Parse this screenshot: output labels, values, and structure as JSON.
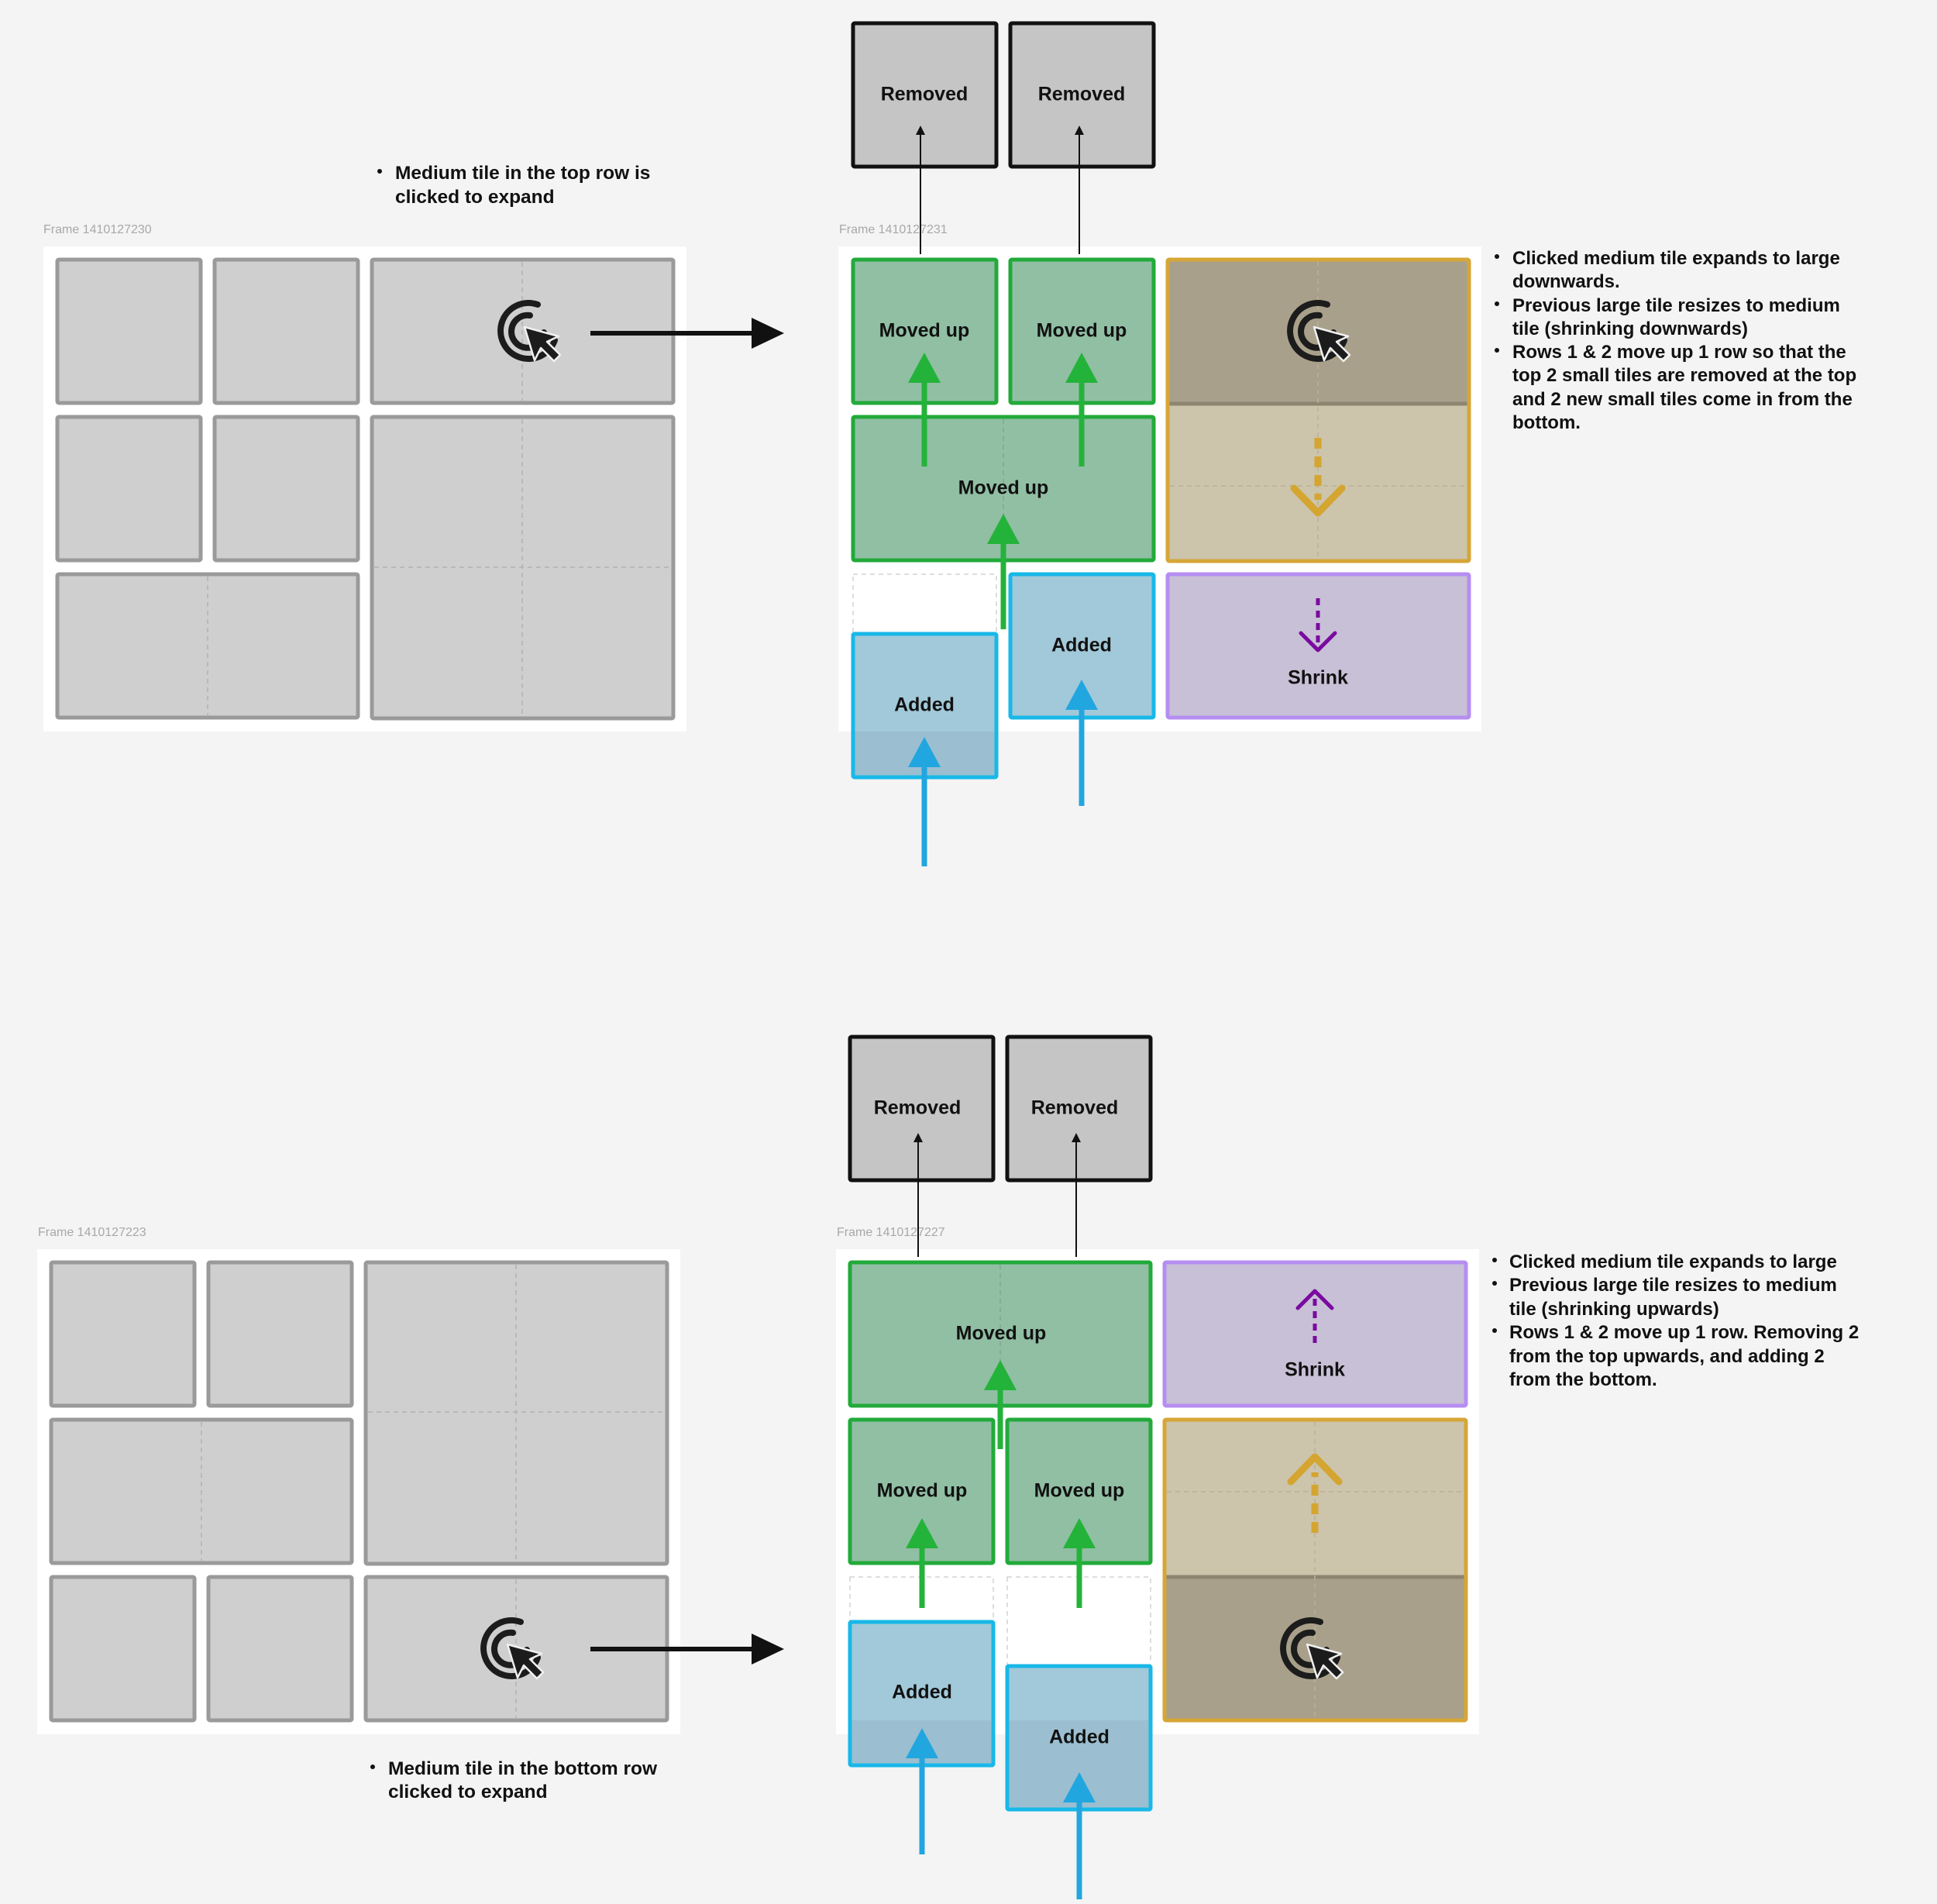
{
  "frames": {
    "top_left": "Frame 1410127230",
    "top_right": "Frame 1410127231",
    "bottom_left": "Frame 1410127223",
    "bottom_right": "Frame 1410127227"
  },
  "labels": {
    "removed": "Removed",
    "moved_up": "Moved up",
    "added": "Added",
    "shrink": "Shrink"
  },
  "notes": {
    "top_left": [
      "Medium tile in the top row is",
      "clicked to expand"
    ],
    "bottom_left": [
      "Medium tile in the bottom row",
      "clicked to expand"
    ],
    "top_right": [
      {
        "bullet": true,
        "text": "Clicked medium tile expands to large"
      },
      {
        "bullet": false,
        "text": "downwards."
      },
      {
        "bullet": true,
        "text": "Previous large tile resizes to medium"
      },
      {
        "bullet": false,
        "text": "tile (shrinking downwards)"
      },
      {
        "bullet": true,
        "text": "Rows 1 & 2 move up 1 row so that the"
      },
      {
        "bullet": false,
        "text": "top 2 small tiles are removed at the top"
      },
      {
        "bullet": false,
        "text": "and 2 new small tiles come in from the"
      },
      {
        "bullet": false,
        "text": "bottom."
      }
    ],
    "bottom_right": [
      {
        "bullet": true,
        "text": "Clicked medium tile expands to large"
      },
      {
        "bullet": true,
        "text": "Previous large tile resizes to medium"
      },
      {
        "bullet": false,
        "text": "tile (shrinking upwards)"
      },
      {
        "bullet": true,
        "text": "Rows 1 & 2 move up 1 row. Removing 2"
      },
      {
        "bullet": false,
        "text": "from the top upwards, and adding 2"
      },
      {
        "bullet": false,
        "text": "from the bottom."
      }
    ]
  },
  "colors": {
    "background": "#f4f4f4",
    "frame": "#ffffff",
    "grey_tile": "#cfcfcf",
    "grey_border": "#9a9a9a",
    "removed_tile": "#c5c5c5",
    "moved_fill": "#91bfa4",
    "moved_border": "#22aa3a",
    "green_arrow": "#24b33a",
    "added_fill": "#a2c9d9",
    "added_border": "#18b8e8",
    "blue_arrow": "#22a6e0",
    "large_top": "#a8a08a",
    "large_bottom": "#ccc4ab",
    "large_border": "#d6a637",
    "gold_arrow": "#d4a530",
    "shrink_fill": "#c8c0d6",
    "shrink_border": "#b58ef2",
    "purple_arrow": "#7a0aa0"
  },
  "icons": {
    "click": "click-target-icon"
  }
}
